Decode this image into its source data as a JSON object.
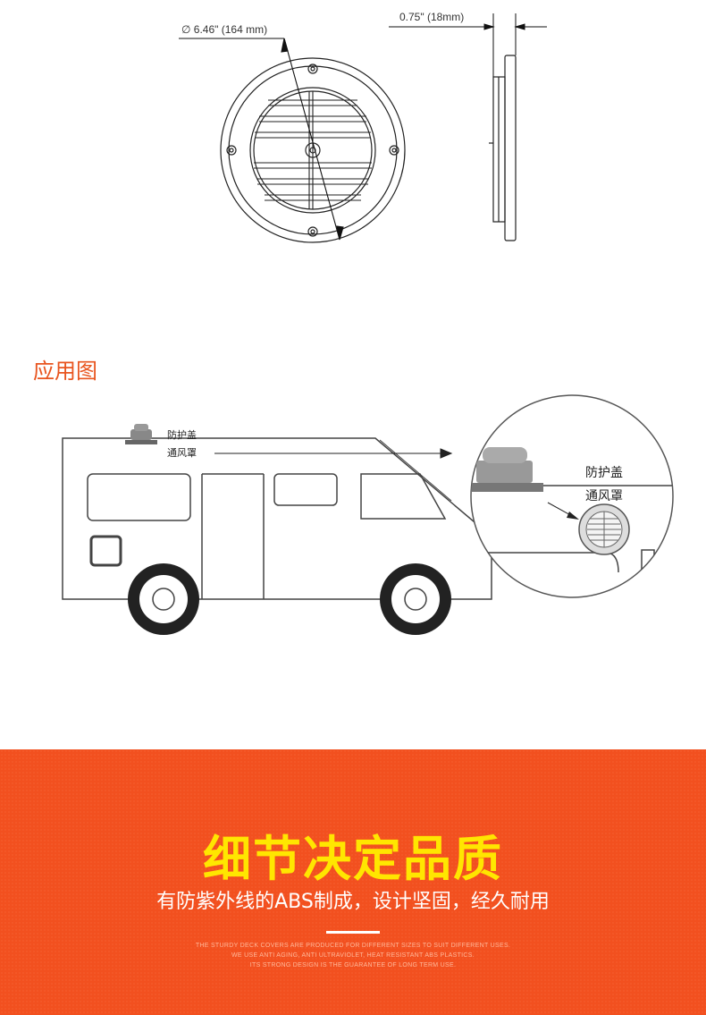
{
  "drawing": {
    "diameter_label": "∅ 6.46\" (164 mm)",
    "depth_label": "0.75\" (18mm)"
  },
  "application": {
    "title": "应用图",
    "cover_label": "防护盖",
    "vent_label": "通风罩"
  },
  "banner": {
    "title": "细节决定品质",
    "subtitle": "有防紫外线的ABS制成，设计坚固，经久耐用",
    "fine_print": [
      "THE STURDY DECK COVERS ARE PRODUCED FOR DIFFERENT SIZES TO SUIT DIFFERENT USES.",
      "WE USE ANTI AGING, ANTI ULTRAVIOLET, HEAT RESISTANT ABS PLASTICS.",
      "ITS STRONG DESIGN IS THE GUARANTEE OF LONG TERM USE."
    ],
    "background_color": "#f2501f",
    "title_color": "#ffe600"
  },
  "accent_color": "#e8541e"
}
